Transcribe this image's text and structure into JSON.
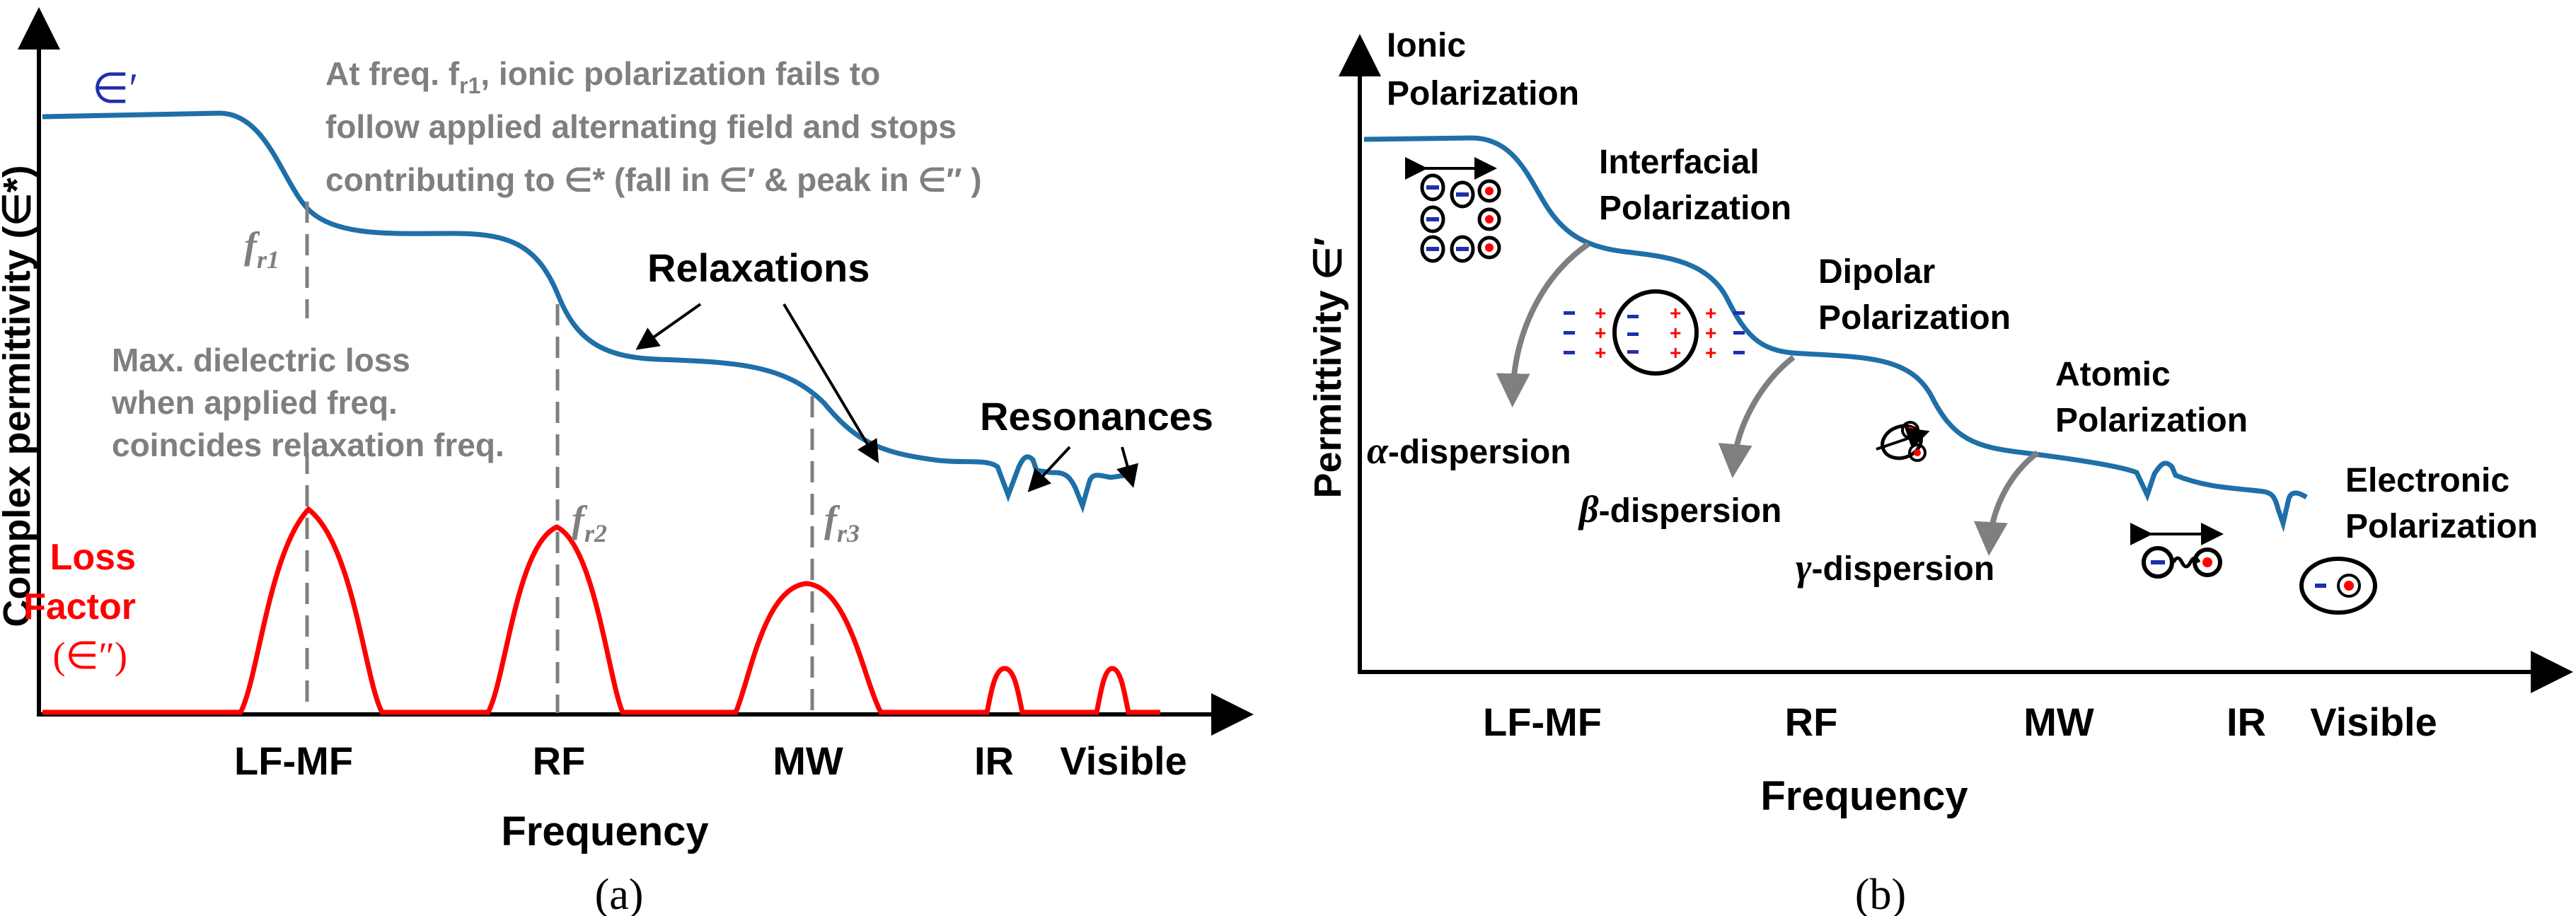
{
  "colors": {
    "permittivity_curve": "#1f6fa8",
    "loss_curve": "#ff0000",
    "annotation_gray": "#7f7f7f",
    "axis": "#000000",
    "charge_red": "#ff0000",
    "charge_blue": "#1f2fb0"
  },
  "panel_a": {
    "ylabel": "Complex permittivity (∈*)",
    "xlabel": "Frequency",
    "caption": "(a)",
    "eps_real_label": "∈′",
    "annotation_top": [
      "At freq. f",
      "r1",
      ", ionic polarization fails to",
      "follow applied alternating field and stops",
      "contributing to ∈* (fall in ∈′ & peak in ∈″ )"
    ],
    "fr1": {
      "f": "f",
      "sub": "r1"
    },
    "fr2": {
      "f": "f",
      "sub": "r2"
    },
    "fr3": {
      "f": "f",
      "sub": "r3"
    },
    "relaxations": "Relaxations",
    "resonances": "Resonances",
    "max_loss": [
      "Max. dielectric loss",
      "when applied freq.",
      "coincides relaxation freq."
    ],
    "loss_factor": [
      "Loss",
      "Factor",
      "(∈″)"
    ],
    "ticks": [
      "LF-MF",
      "RF",
      "MW",
      "IR",
      "Visible"
    ]
  },
  "panel_b": {
    "ylabel": "Permittivity ∈′",
    "xlabel": "Frequency",
    "caption": "(b)",
    "ionic": [
      "Ionic",
      "Polarization"
    ],
    "interfacial": [
      "Interfacial",
      "Polarization"
    ],
    "dipolar": [
      "Dipolar",
      "Polarization"
    ],
    "atomic": [
      "Atomic",
      "Polarization"
    ],
    "electronic": [
      "Electronic",
      "Polarization"
    ],
    "alpha": [
      "α",
      "-dispersion"
    ],
    "beta": [
      "β",
      "-dispersion"
    ],
    "gamma": [
      "γ",
      "-dispersion"
    ],
    "ticks": [
      "LF-MF",
      "RF",
      "MW",
      "IR",
      "Visible"
    ],
    "charge_minus": "−",
    "charge_plus": "+"
  }
}
